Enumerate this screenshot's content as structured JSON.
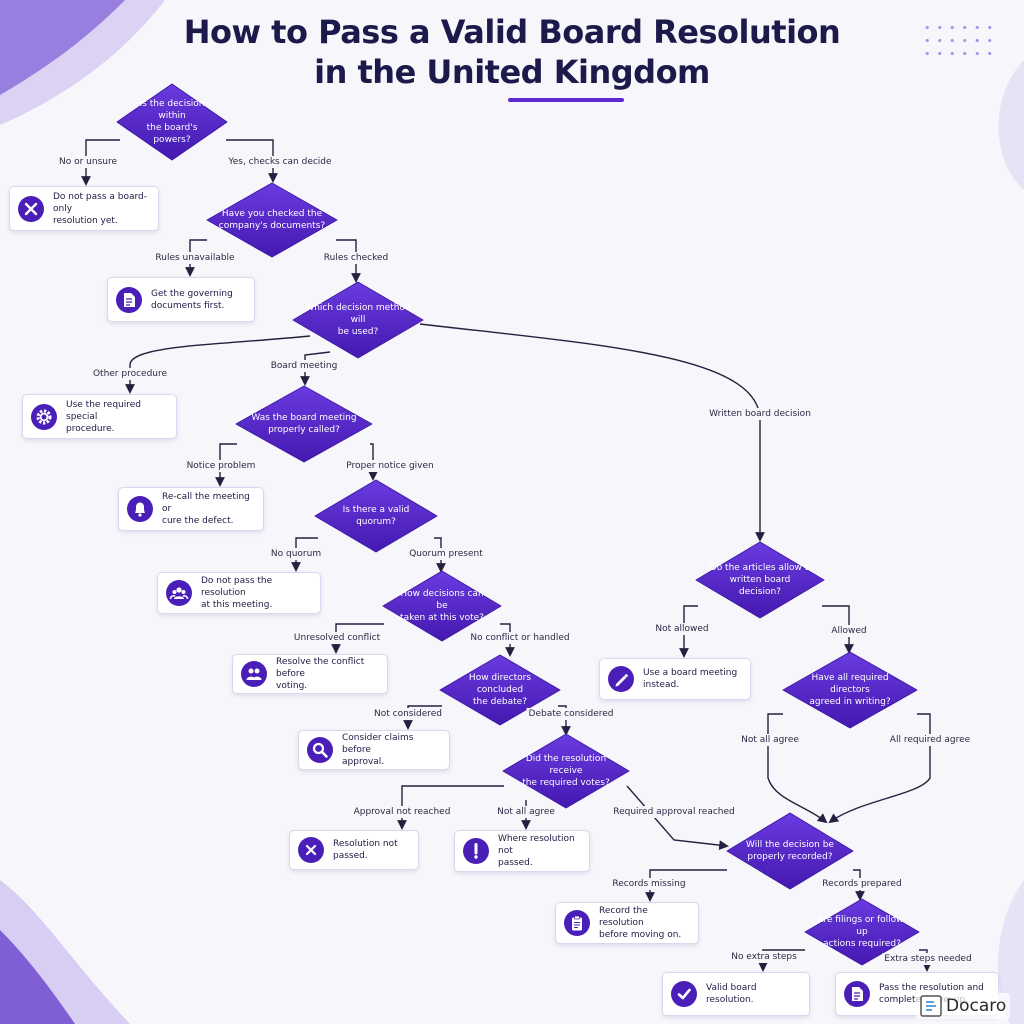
{
  "title_line1": "How to Pass a Valid Board Resolution",
  "title_line2": "in the United Kingdom",
  "colors": {
    "diamond": "#5b2ad1",
    "diamond_dark": "#3f1aa6",
    "icon": "#4a1fb8",
    "line": "#24203f",
    "accent_bar": "#5b2ad1"
  },
  "decisions": [
    {
      "id": "d1",
      "text": "Is the decision within\nthe board's powers?"
    },
    {
      "id": "d2",
      "text": "Have you checked the\ncompany's documents?"
    },
    {
      "id": "d3",
      "text": "Which decision method will\nbe used?"
    },
    {
      "id": "d4",
      "text": "Was the board meeting\nproperly called?"
    },
    {
      "id": "d5",
      "text": "Is there a valid quorum?"
    },
    {
      "id": "d6",
      "text": "How decisions can be\ntaken at this vote?"
    },
    {
      "id": "d7",
      "text": "How directors concluded\nthe debate?"
    },
    {
      "id": "d8",
      "text": "Did the resolution receive\nthe required votes?"
    },
    {
      "id": "d9",
      "text": "Do the articles allow a\nwritten board decision?"
    },
    {
      "id": "d10",
      "text": "Have all required directors\nagreed in writing?"
    },
    {
      "id": "d11",
      "text": "Will the decision be\nproperly recorded?"
    },
    {
      "id": "d12",
      "text": "Are filings or follow-up\nactions required?"
    }
  ],
  "outcomes": [
    {
      "id": "o1",
      "icon": "close-circle-icon",
      "text": "Do not pass a board-only\nresolution yet."
    },
    {
      "id": "o2",
      "icon": "document-icon",
      "text": "Get the governing\ndocuments first."
    },
    {
      "id": "o3",
      "icon": "gear-icon",
      "text": "Use the required special\nprocedure."
    },
    {
      "id": "o4",
      "icon": "bell-icon",
      "text": "Re-call the meeting or\ncure the defect."
    },
    {
      "id": "o5",
      "icon": "group-icon",
      "text": "Do not pass the resolution\nat this meeting."
    },
    {
      "id": "o6",
      "icon": "people-icon",
      "text": "Resolve the conflict before\nvoting."
    },
    {
      "id": "o7",
      "icon": "search-icon",
      "text": "Consider claims before\napproval."
    },
    {
      "id": "o8",
      "icon": "close-icon",
      "text": "Resolution not passed."
    },
    {
      "id": "o9",
      "icon": "alert-icon",
      "text": "Where resolution not\npassed."
    },
    {
      "id": "o10",
      "icon": "pen-icon",
      "text": "Use a board meeting\ninstead."
    },
    {
      "id": "o11",
      "icon": "clipboard-icon",
      "text": "Record the resolution\nbefore moving on."
    },
    {
      "id": "o12",
      "icon": "check-icon",
      "text": "Valid board resolution."
    },
    {
      "id": "o13",
      "icon": "document-icon",
      "text": "Pass the resolution and\ncomplete follow-up."
    }
  ],
  "edges": [
    {
      "id": "e1",
      "label": "No or unsure"
    },
    {
      "id": "e2",
      "label": "Yes, checks can decide"
    },
    {
      "id": "e3",
      "label": "Rules unavailable"
    },
    {
      "id": "e4",
      "label": "Rules checked"
    },
    {
      "id": "e5",
      "label": "Other procedure"
    },
    {
      "id": "e6",
      "label": "Board meeting"
    },
    {
      "id": "e7",
      "label": "Written board decision"
    },
    {
      "id": "e8",
      "label": "Notice problem"
    },
    {
      "id": "e9",
      "label": "Proper notice given"
    },
    {
      "id": "e10",
      "label": "No quorum"
    },
    {
      "id": "e11",
      "label": "Quorum present"
    },
    {
      "id": "e12",
      "label": "Unresolved conflict"
    },
    {
      "id": "e13",
      "label": "No conflict or handled"
    },
    {
      "id": "e14",
      "label": "Not considered"
    },
    {
      "id": "e15",
      "label": "Debate considered"
    },
    {
      "id": "e16",
      "label": "Approval not reached"
    },
    {
      "id": "e17",
      "label": "Not all agree"
    },
    {
      "id": "e18",
      "label": "Required approval reached"
    },
    {
      "id": "e19",
      "label": "Not allowed"
    },
    {
      "id": "e20",
      "label": "Allowed"
    },
    {
      "id": "e21",
      "label": "Not all agree"
    },
    {
      "id": "e22",
      "label": "All required agree"
    },
    {
      "id": "e23",
      "label": "Records missing"
    },
    {
      "id": "e24",
      "label": "Records prepared"
    },
    {
      "id": "e25",
      "label": "No extra steps"
    },
    {
      "id": "e26",
      "label": "Extra steps needed"
    }
  ],
  "brand": {
    "icon": "docaro-logo-icon",
    "name": "Docaro"
  }
}
